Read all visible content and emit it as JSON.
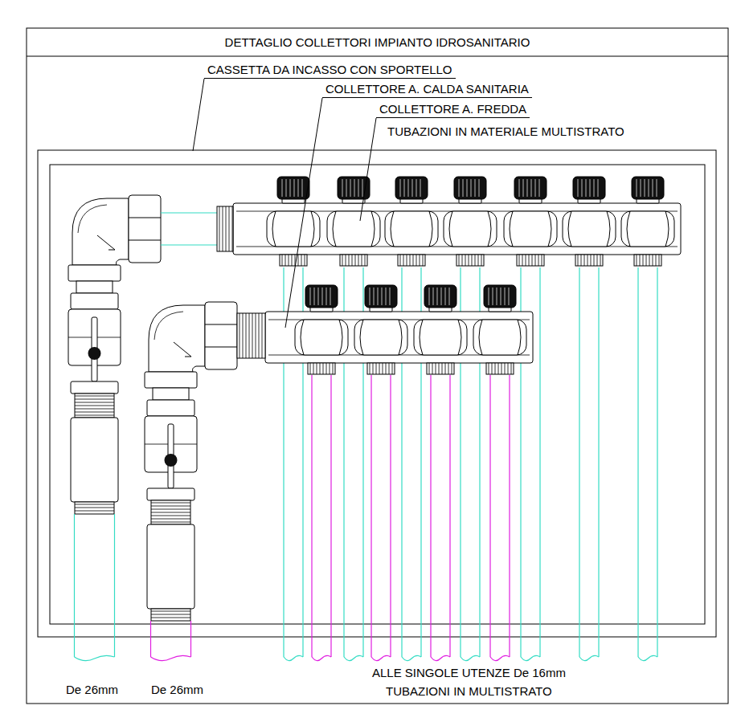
{
  "diagram": {
    "title": "DETTAGLIO COLLETTORI IMPIANTO IDROSANITARIO",
    "labels": [
      "CASSETTA DA INCASSO CON SPORTELLO",
      "COLLETTORE A. CALDA SANITARIA",
      "COLLETTORE A. FREDDA",
      "TUBAZIONI IN MATERIALE MULTISTRATO",
      "De 26mm",
      "De 26mm",
      "ALLE SINGOLE UTENZE De 16mm",
      "TUBAZIONI IN MULTISTRATO"
    ]
  }
}
